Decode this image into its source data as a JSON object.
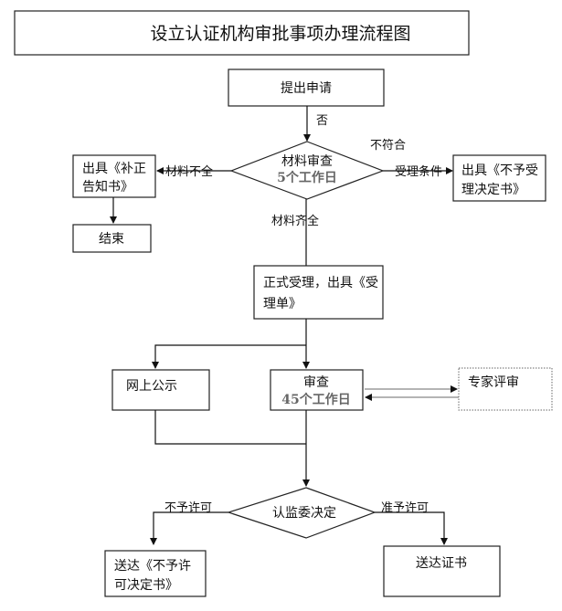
{
  "title": "设立认证机构审批事项办理流程图",
  "nodes": {
    "apply": "提出申请",
    "review": {
      "line1": "材料审查",
      "line2": "5个工作日"
    },
    "correction": {
      "line1": "出具《补正",
      "line2": "告知书》"
    },
    "end": "结束",
    "reject_accept": {
      "line1": "出具《不予受",
      "line2": "理决定书》"
    },
    "accept": {
      "line1": "正式受理，出具《受",
      "line2": "理单》"
    },
    "publish": "网上公示",
    "audit": {
      "line1": "审查",
      "line2": "45个工作日"
    },
    "expert": "专家评审",
    "decision": "认监委决定",
    "deny": {
      "line1": "送达《不予许",
      "line2": "可决定书》"
    },
    "certificate": "送达证书"
  },
  "edges": {
    "apply_to_review": "否",
    "incomplete": "材料不全",
    "not_meet": "不符合",
    "accept_cond": "受理条件",
    "complete": "材料齐全",
    "deny": "不予许可",
    "approve": "准予许可"
  }
}
